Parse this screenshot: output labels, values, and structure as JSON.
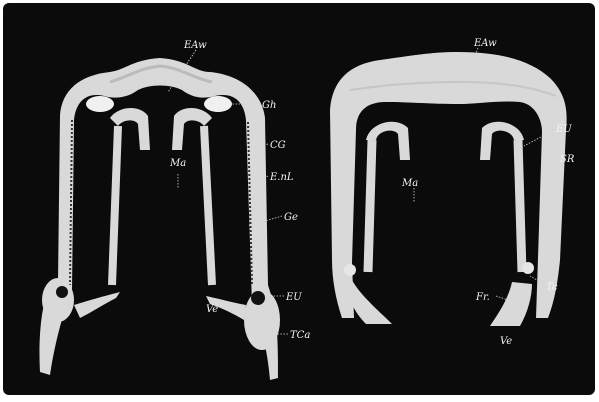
{
  "figure": {
    "background_color": "#0b0b0b",
    "tissue_color": "#d9d9d9",
    "left_specimen": {
      "labels": {
        "eaw": "EAw",
        "gh": "Gh",
        "ma": "Ma",
        "cg": "CG",
        "enl": "E.nL",
        "ge": "Ge",
        "eu": "EU",
        "ve": "Ve",
        "tca": "TCa"
      }
    },
    "right_specimen": {
      "labels": {
        "eaw": "EAw",
        "eu": "EU",
        "sr": "SR",
        "ma": "Ma",
        "tc": "Tc",
        "fr": "Fr.",
        "ve": "Ve"
      }
    }
  }
}
